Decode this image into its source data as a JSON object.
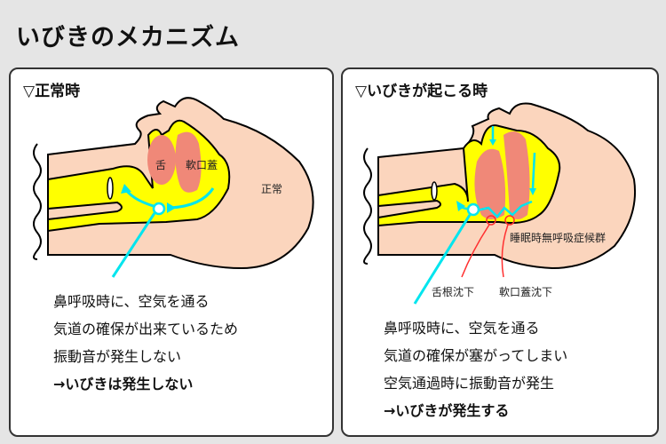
{
  "title": "いびきのメカニズム",
  "normal": {
    "heading": "▽正常時",
    "labels": {
      "tongue": "舌",
      "soft_palate": "軟口蓋",
      "state": "正常"
    },
    "lines": [
      "鼻呼吸時に、空気を通る",
      "気道の確保が出来ているため",
      "振動音が発生しない"
    ],
    "conclusion": "→いびきは発生しない"
  },
  "snoring": {
    "heading": "▽いびきが起こる時",
    "labels": {
      "sas": "睡眠時無呼吸症候群",
      "tongue_drop": "舌根沈下",
      "palate_drop": "軟口蓋沈下"
    },
    "lines": [
      "鼻呼吸時に、空気を通る",
      "気道の確保が塞がってしまい",
      "空気通過時に振動音が発生"
    ],
    "conclusion": "→いびきが発生する"
  },
  "colors": {
    "skin": "#fbd5bd",
    "airway": "#ffff00",
    "tissue": "#f08878",
    "airflow": "#00e5ee",
    "marker": "#ff3030"
  }
}
